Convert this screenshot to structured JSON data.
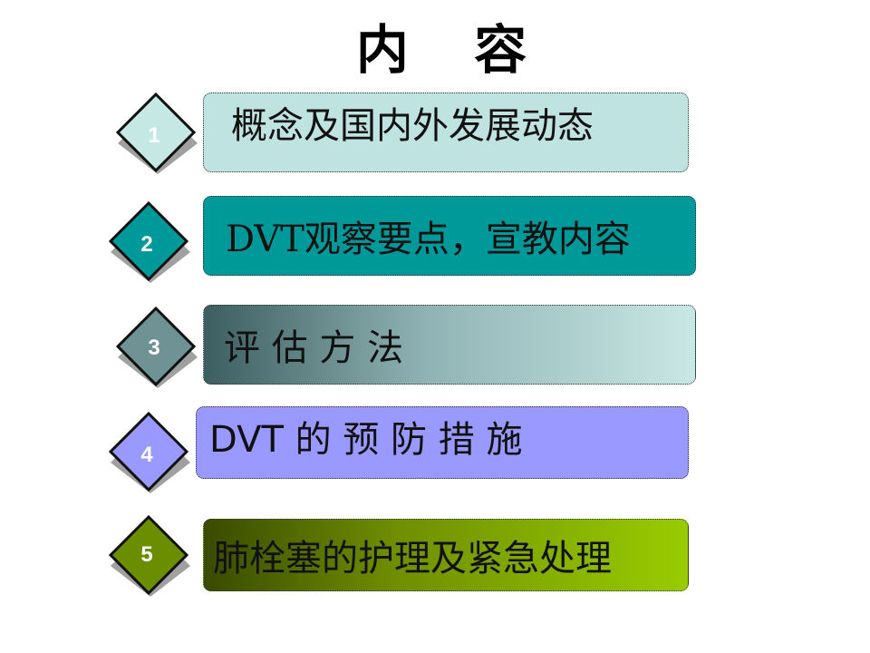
{
  "title": "内 容",
  "colors": {
    "item1_fill": "#bfe3e0",
    "item2_fill": "#009999",
    "item3_gradient_start": "#3d5e60",
    "item3_gradient_end": "#c9e7e5",
    "item4_fill": "#9999ff",
    "item5_gradient_start": "#3a4a00",
    "item5_gradient_end": "#99cc00"
  },
  "items": [
    {
      "number": "1",
      "label": "概念及国内外发展动态"
    },
    {
      "number": "2",
      "label": "DVT观察要点，宣教内容"
    },
    {
      "number": "3",
      "label": "评 估 方 法"
    },
    {
      "number": "4",
      "label": "DVT 的 预 防 措 施"
    },
    {
      "number": "5",
      "label": "肺栓塞的护理及紧急处理"
    }
  ]
}
